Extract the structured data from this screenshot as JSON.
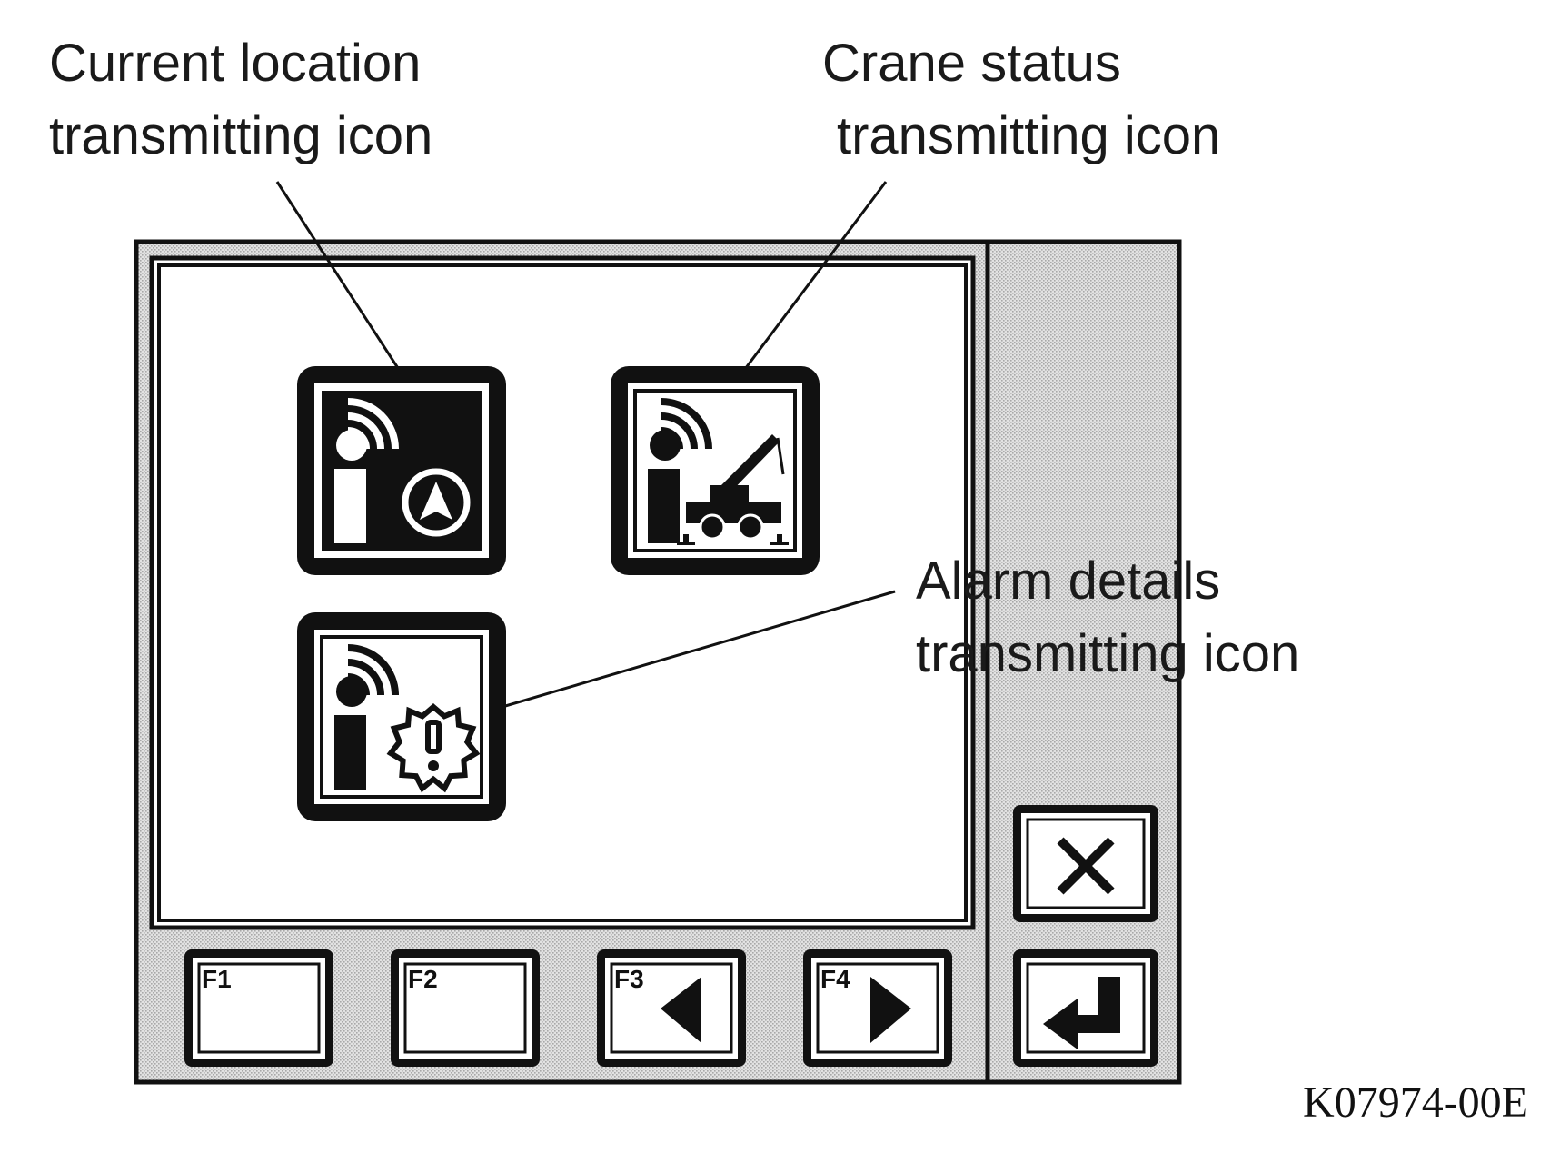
{
  "callouts": {
    "current_location": [
      "Current location",
      "transmitting icon"
    ],
    "crane_status": [
      "Crane status",
      "transmitting icon"
    ],
    "alarm_details": [
      "Alarm details",
      "transmitting icon"
    ]
  },
  "function_keys": {
    "f1": "F1",
    "f2": "F2",
    "f3": "F3",
    "f4": "F4"
  },
  "icons": {
    "current_location": "current-location-transmitting-icon",
    "crane_status": "crane-status-transmitting-icon",
    "alarm_details": "alarm-details-transmitting-icon",
    "f3": "arrow-left-icon",
    "f4": "arrow-right-icon",
    "side_top": "close-icon",
    "side_bottom": "enter-icon"
  },
  "figure_code": "K07974-00E"
}
